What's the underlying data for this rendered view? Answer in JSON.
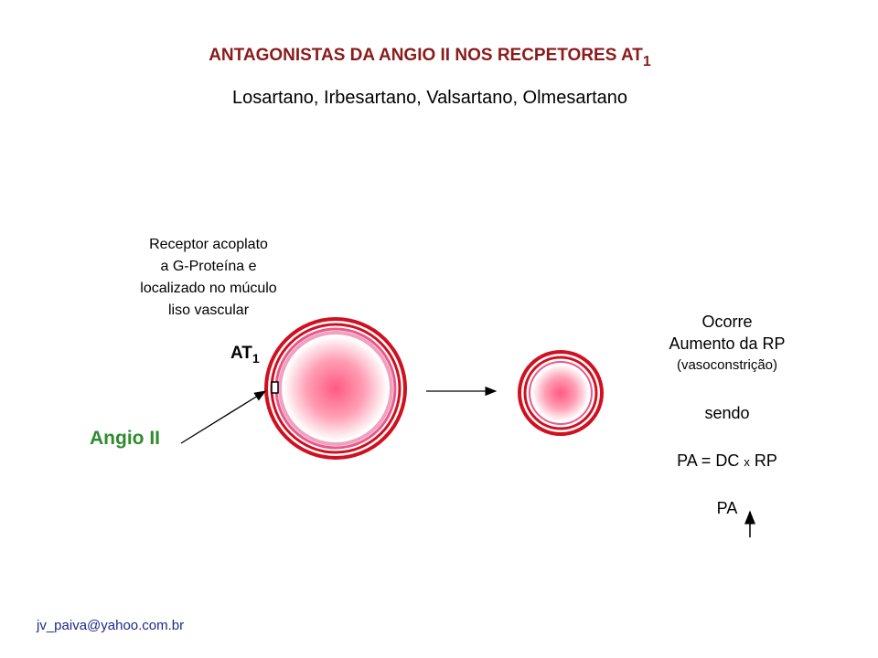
{
  "title": {
    "main": "ANTAGONISTAS DA ANGIO II NOS RECPETORES AT",
    "sub": "1"
  },
  "drugs": "Losartano, Irbesartano, Valsartano, Olmesartano",
  "receptor_note": [
    "Receptor acoplato",
    "a G-Proteína e",
    "localizado no múculo",
    "liso vascular"
  ],
  "receptor_label": {
    "main": "AT",
    "sub": "1"
  },
  "ligand_label": "Angio II",
  "effect": {
    "line1": "Ocorre",
    "line2": "Aumento da RP",
    "line3": "(vasoconstrição)",
    "line4": "sendo",
    "formula_left": "PA = DC",
    "formula_op": "x",
    "formula_right": "RP",
    "result": "PA"
  },
  "footer_email": "jv_paiva@yahoo.com.br",
  "colors": {
    "title": "#8b1a1a",
    "ligand": "#2e8b2e",
    "vessel_wall": "#d01020",
    "vessel_inner": "#ff6f8f",
    "email": "#1a2a8b"
  }
}
